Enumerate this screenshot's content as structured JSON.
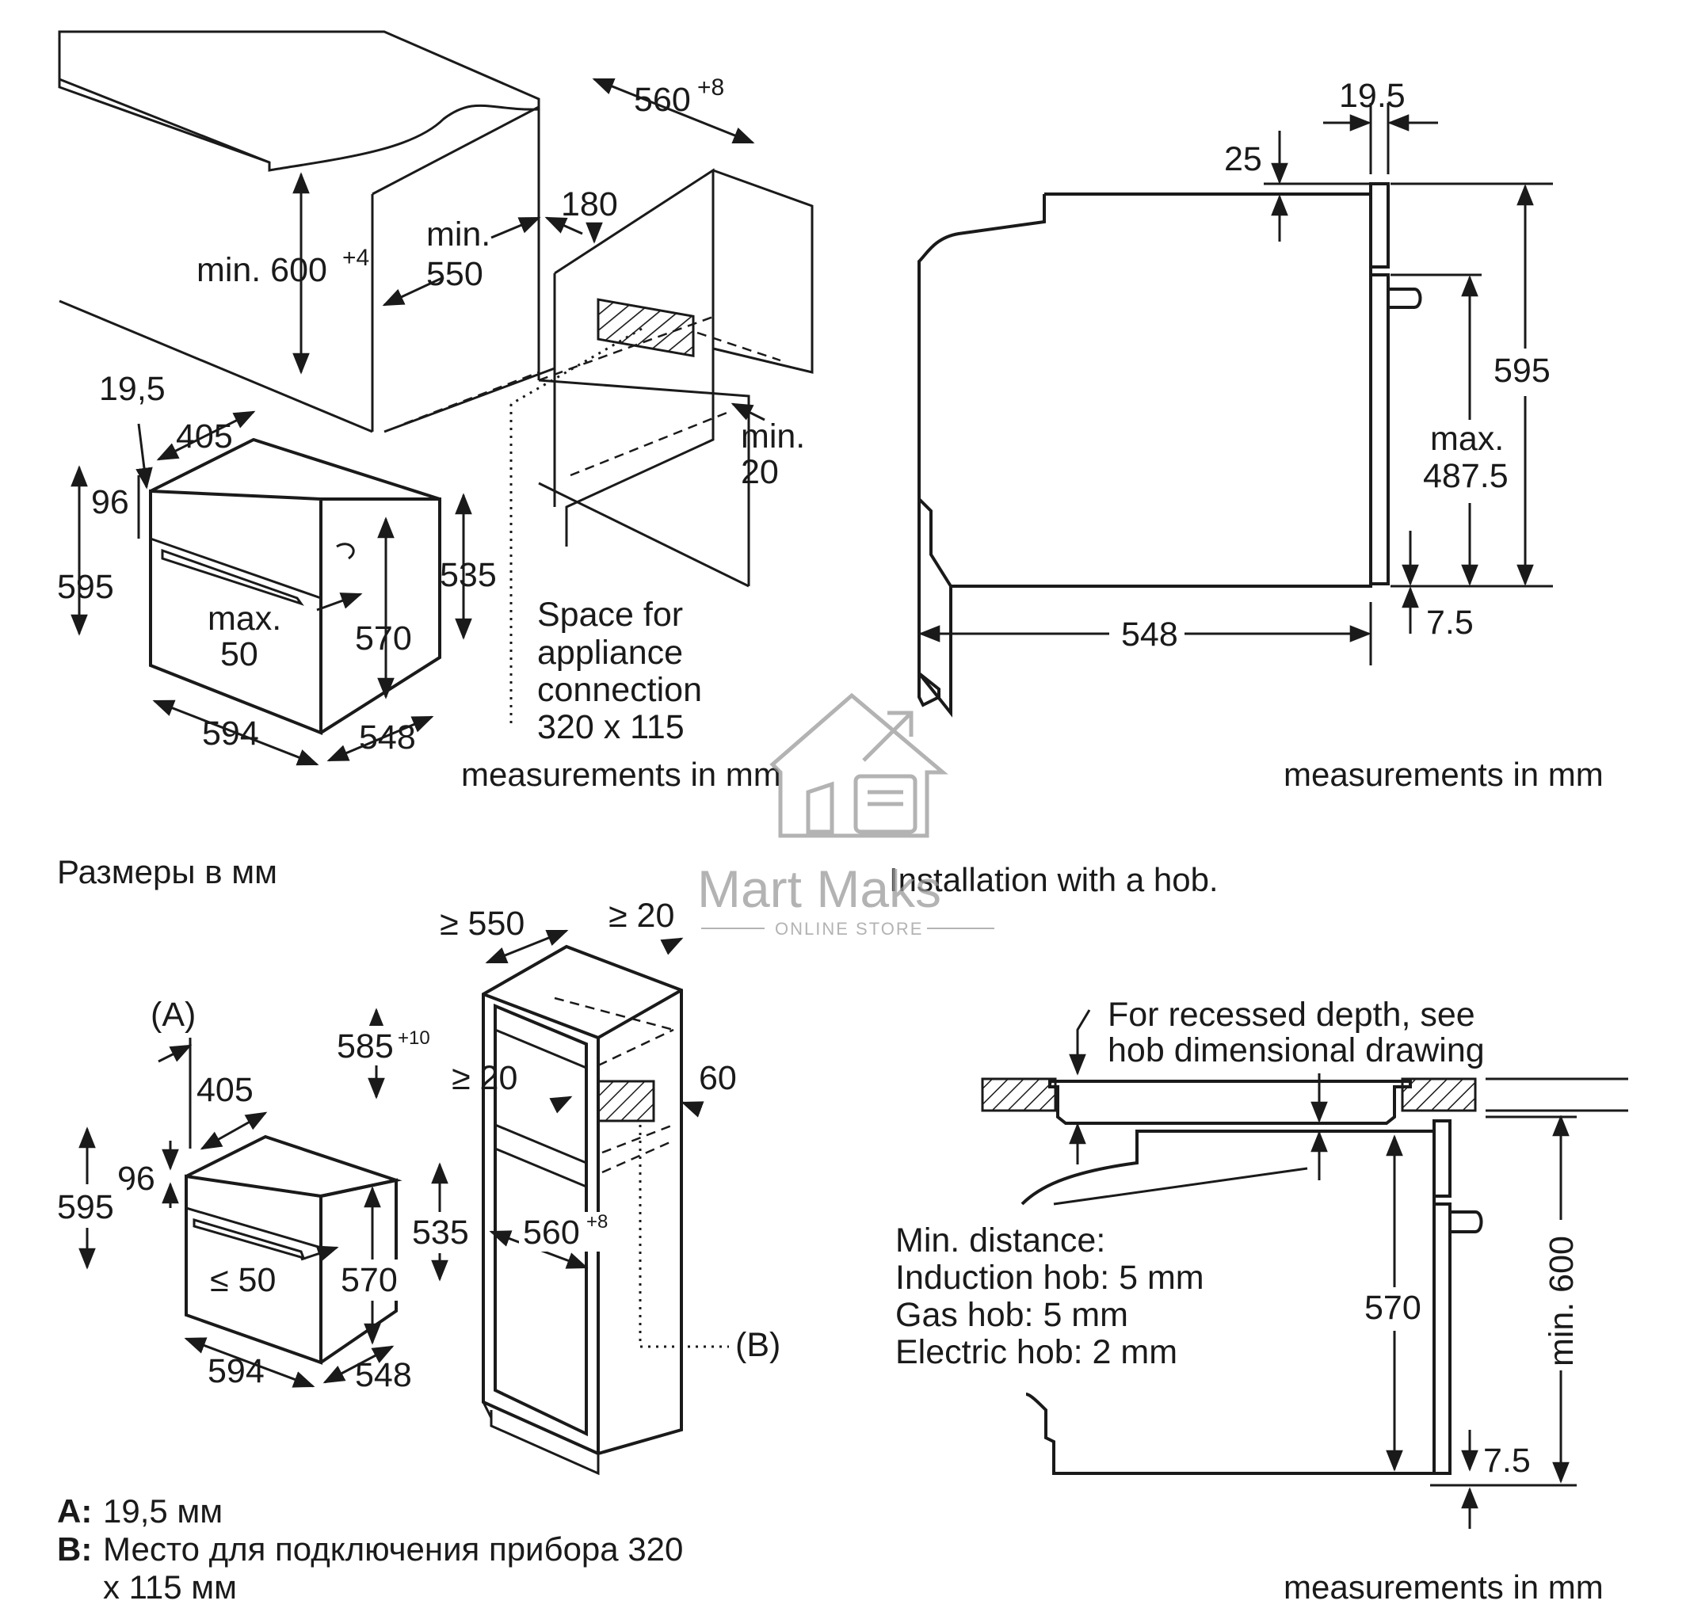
{
  "panel_top_left": {
    "labels": {
      "d_560": "560",
      "d_560_sup": "+8",
      "d_min600": "min. 600",
      "d_min600_sup": "+4",
      "d_min550_a": "min.",
      "d_min550_b": "550",
      "d_180": "180",
      "d_195": "19,5",
      "d_405": "405",
      "d_96": "96",
      "d_595": "595",
      "d_535": "535",
      "d_570": "570",
      "d_max50_a": "max.",
      "d_max50_b": "50",
      "d_594": "594",
      "d_548": "548",
      "d_min20_a": "min.",
      "d_min20_b": "20"
    },
    "space_note": [
      "Space for",
      "appliance",
      "connection",
      "320 x 115"
    ],
    "measure_note": "measurements in mm",
    "caption": "Размеры в мм"
  },
  "panel_top_right": {
    "labels": {
      "d_195": "19.5",
      "d_25": "25",
      "d_595": "595",
      "d_max_a": "max.",
      "d_max_b": "487.5",
      "d_548": "548",
      "d_75": "7.5"
    },
    "measure_note": "measurements in mm",
    "caption": "Installation with a hob."
  },
  "panel_bottom_left": {
    "labels": {
      "d_550": "≥ 550",
      "d_20a": "≥ 20",
      "d_A": "(A)",
      "d_405": "405",
      "d_585": "585",
      "d_585_sup": "+10",
      "d_20b": "≥ 20",
      "d_60": "60",
      "d_96": "96",
      "d_595": "595",
      "d_535": "535",
      "d_560": "560",
      "d_560_sup": "+8",
      "d_le50": "≤ 50",
      "d_570": "570",
      "d_594": "594",
      "d_548": "548",
      "d_B": "(B)"
    },
    "legend": {
      "a_key": "A:",
      "a_text": "19,5 мм",
      "b_key": "B:",
      "b_text_1": "Место для подключения прибора 320",
      "b_text_2": "x 115 мм"
    }
  },
  "panel_bottom_right": {
    "recess_note": [
      "For recessed depth, see",
      "hob dimensional drawing"
    ],
    "min_distance": [
      "Min. distance:",
      "Induction hob: 5 mm",
      "Gas hob: 5 mm",
      "Electric hob: 2 mm"
    ],
    "labels": {
      "d_570": "570",
      "d_min600": "min. 600",
      "d_75": "7.5"
    },
    "measure_note": "measurements in mm"
  },
  "watermark": {
    "brand": "Mart Maks",
    "tagline": "ONLINE STORE",
    "color": "#9a9a9a"
  }
}
